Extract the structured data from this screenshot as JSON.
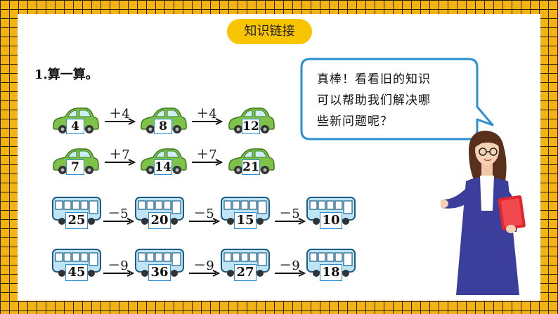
{
  "header": {
    "title": "知识链接"
  },
  "exercise": {
    "title": "1.算一算。"
  },
  "speech": {
    "lines": [
      "真棒！看看旧的知识",
      "可以帮助我们解决哪",
      "些新问题呢？"
    ]
  },
  "car_rows": [
    {
      "values": [
        "4",
        "8",
        "12"
      ],
      "ops": [
        "＋4",
        "＋4"
      ]
    },
    {
      "values": [
        "7",
        "14",
        "21"
      ],
      "ops": [
        "＋7",
        "＋7"
      ]
    }
  ],
  "bus_rows": [
    {
      "values": [
        "25",
        "20",
        "15",
        "10"
      ],
      "ops": [
        "－5",
        "－5",
        "－5"
      ]
    },
    {
      "values": [
        "45",
        "36",
        "27",
        "18"
      ],
      "ops": [
        "－9",
        "－9",
        "－9"
      ]
    }
  ],
  "colors": {
    "frame": "#f3b312",
    "pill": "#f9c400",
    "car": "#7ec24a",
    "bus": "#bfe4f5",
    "number_border": "#2c8fd6"
  },
  "icons": {
    "car": "car-icon",
    "bus": "bus-icon",
    "teacher": "teacher-illustration"
  }
}
